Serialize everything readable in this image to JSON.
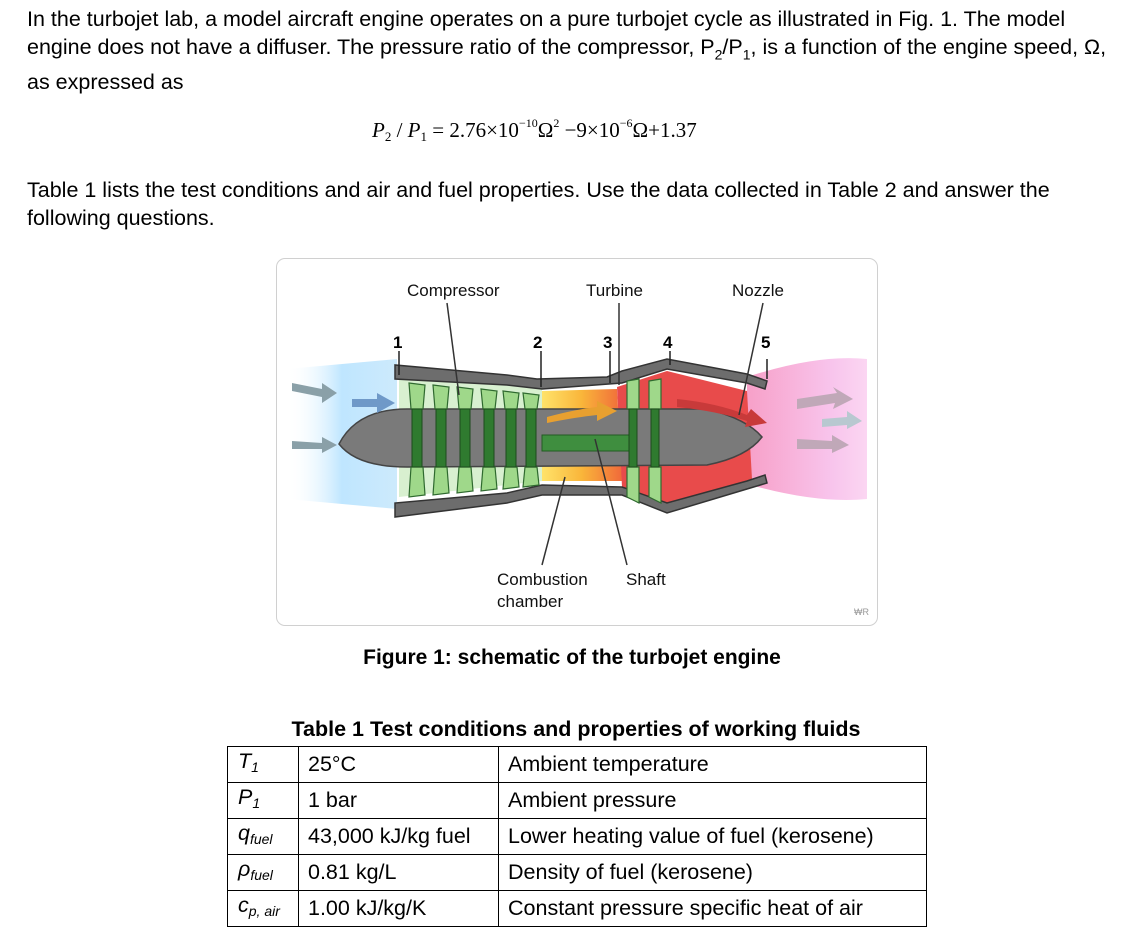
{
  "intro": {
    "paragraph_1_before": "In the turbojet lab, a model aircraft engine operates on a pure turbojet cycle as illustrated in Fig. 1. The model engine does not have a diffuser. The pressure ratio of the compressor, P",
    "paragraph_1_sub_a": "2",
    "paragraph_1_mid": "/P",
    "paragraph_1_sub_b": "1",
    "paragraph_1_after": ", is a function of the engine speed, Ω, as expressed as",
    "paragraph_2": "Table 1 lists the test conditions and air and fuel properties. Use the data collected in Table 2 and answer the following questions."
  },
  "equation": {
    "lhs_p2": "P",
    "lhs_p2_sub": "2",
    "lhs_div": " / ",
    "lhs_p1": "P",
    "lhs_p1_sub": "1",
    "eq_a": " = 2.76×10",
    "exp_a": "−10",
    "term_a": "Ω",
    "term_a_pow": "2",
    "eq_b": " −9×10",
    "exp_b": "−6",
    "eq_c": "Ω+1.37"
  },
  "figure": {
    "labels": {
      "compressor": "Compressor",
      "turbine": "Turbine",
      "nozzle": "Nozzle",
      "combustion_line1": "Combustion",
      "combustion_line2": "chamber",
      "shaft": "Shaft"
    },
    "stations": [
      "1",
      "2",
      "3",
      "4",
      "5"
    ],
    "watermark": "₩R",
    "caption": "Figure 1: schematic of the turbojet engine",
    "colors": {
      "inlet_air": "#bfe6ff",
      "exhaust": "#f7b5e4",
      "combustion": "#f9c233",
      "turbine_zone": "#e84b4b",
      "compressor_blades": "#8fd07a",
      "casing": "#666666"
    }
  },
  "table1": {
    "title": "Table 1 Test conditions and properties of working fluids",
    "rows": [
      {
        "symbol": "T",
        "symbol_sub": "1",
        "value": "25°C",
        "description": "Ambient temperature"
      },
      {
        "symbol": "P",
        "symbol_sub": "1",
        "value": "1 bar",
        "description": "Ambient pressure"
      },
      {
        "symbol": "q",
        "symbol_sub": "fuel",
        "value": "43,000 kJ/kg fuel",
        "description": "Lower heating value of fuel (kerosene)"
      },
      {
        "symbol": "ρ",
        "symbol_sub": "fuel",
        "value": "0.81 kg/L",
        "description": "Density of fuel (kerosene)"
      },
      {
        "symbol": "c",
        "symbol_sub": "p, air",
        "value": "1.00 kJ/kg/K",
        "description": "Constant pressure specific heat of air"
      }
    ]
  }
}
